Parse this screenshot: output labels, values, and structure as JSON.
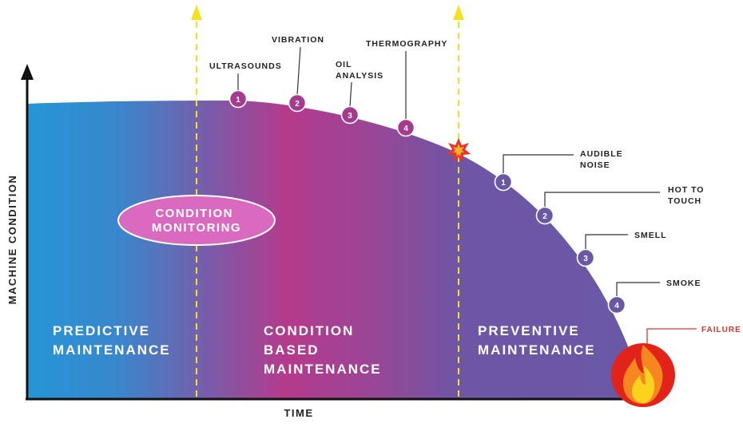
{
  "axes": {
    "y_label": "MACHINE CONDITION",
    "x_label": "TIME"
  },
  "zones": {
    "predictive": [
      "PREDICTIVE",
      "MAINTENANCE"
    ],
    "condition_based": [
      "CONDITION",
      "BASED",
      "MAINTENANCE"
    ],
    "preventive": [
      "PREVENTIVE",
      "MAINTENANCE"
    ]
  },
  "condition_monitoring": [
    "CONDITION",
    "MONITORING"
  ],
  "early_signs": [
    {
      "num": "1",
      "label": [
        "ULTRASOUNDS"
      ]
    },
    {
      "num": "2",
      "label": [
        "VIBRATION"
      ]
    },
    {
      "num": "3",
      "label": [
        "OIL",
        "ANALYSIS"
      ]
    },
    {
      "num": "4",
      "label": [
        "THERMOGRAPHY"
      ]
    }
  ],
  "late_signs": [
    {
      "num": "1",
      "label": [
        "AUDIBLE",
        "NOISE"
      ]
    },
    {
      "num": "2",
      "label": [
        "HOT TO",
        "TOUCH"
      ]
    },
    {
      "num": "3",
      "label": [
        "SMELL"
      ]
    },
    {
      "num": "4",
      "label": [
        "SMOKE"
      ]
    }
  ],
  "failure_label": "FAILURE",
  "colors": {
    "gradient_left": "#2596d6",
    "gradient_mid": "#b53a8c",
    "gradient_right": "#6a58a6",
    "marker": "#a63a8f",
    "dashed_line": "#f5e21a",
    "failure_text": "#e8332a",
    "failure_circle": "#e2231a",
    "ellipse_fill": "#d96ac0"
  }
}
